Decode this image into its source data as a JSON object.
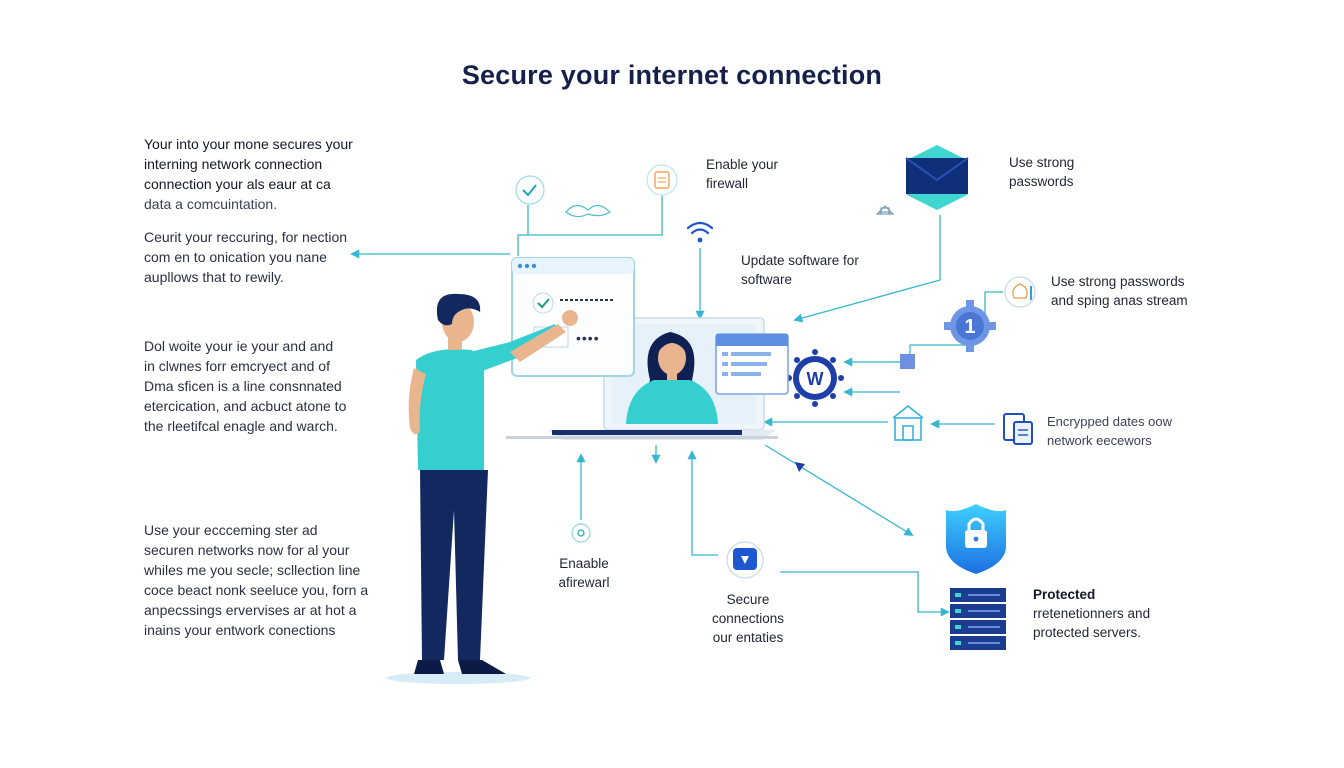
{
  "title": "Secure your internet connection",
  "left_text": {
    "block1": [
      "Your into your mone secures your",
      "interning network connection",
      "connection your als eaur at ca",
      "data a comcuintation."
    ],
    "block2": [
      "Ceurit your reccuring, for nection",
      "com en to onication you nane",
      "aupllows that to rewily."
    ],
    "block3": [
      "Dol woite your ie your and and",
      "in clwnes forr emcryect and of",
      "Dma sficen is a line consnnated",
      "etercication, and acbuct atone to",
      "the rleetifcal enagle and warch."
    ],
    "block4": [
      "Use your eccceming ster ad",
      "securen networks now for al your",
      "whiles me you secle; scllection line",
      "coce beact nonk seeluce you, forn a",
      "anpecssings ervervises ar at hot a",
      "inains your entwork conections"
    ]
  },
  "labels": {
    "enable_firewall_top": [
      "Enable your",
      "firewall"
    ],
    "use_strong_top": [
      "Use strong",
      "passwords"
    ],
    "update_software": [
      "Update software for",
      "software"
    ],
    "use_strong_right": [
      "Use strong passwords",
      "and sping anas stream"
    ],
    "encrypted": [
      "Encrypped dates oow",
      "network eecewors"
    ],
    "protected": [
      "Protected",
      "rretenetionners and",
      "protected servers."
    ],
    "enable_firewall_bottom": [
      "Enaable",
      "afirewarl"
    ],
    "secure_connections": [
      "Secure",
      "connections",
      "our entaties"
    ]
  },
  "screen_password": "••••",
  "badge_number": "1",
  "badge_letter": "W",
  "colors": {
    "teal": "#2ec4c8",
    "navy": "#13285f",
    "blue": "#2f6bd8",
    "line": "#36b6cf",
    "accent": "#44d1d6"
  },
  "icons": [
    "check-icon",
    "document-icon",
    "cloud-icon",
    "wifi-icon",
    "envelope-shield-icon",
    "house-icon",
    "bulb-icon",
    "gear-badge-icon",
    "w-badge-icon",
    "square-node-icon",
    "building-icon",
    "documents-icon",
    "shield-lock-icon",
    "server-rack-icon",
    "dot-icon",
    "bell-icon",
    "triangle-icon"
  ]
}
